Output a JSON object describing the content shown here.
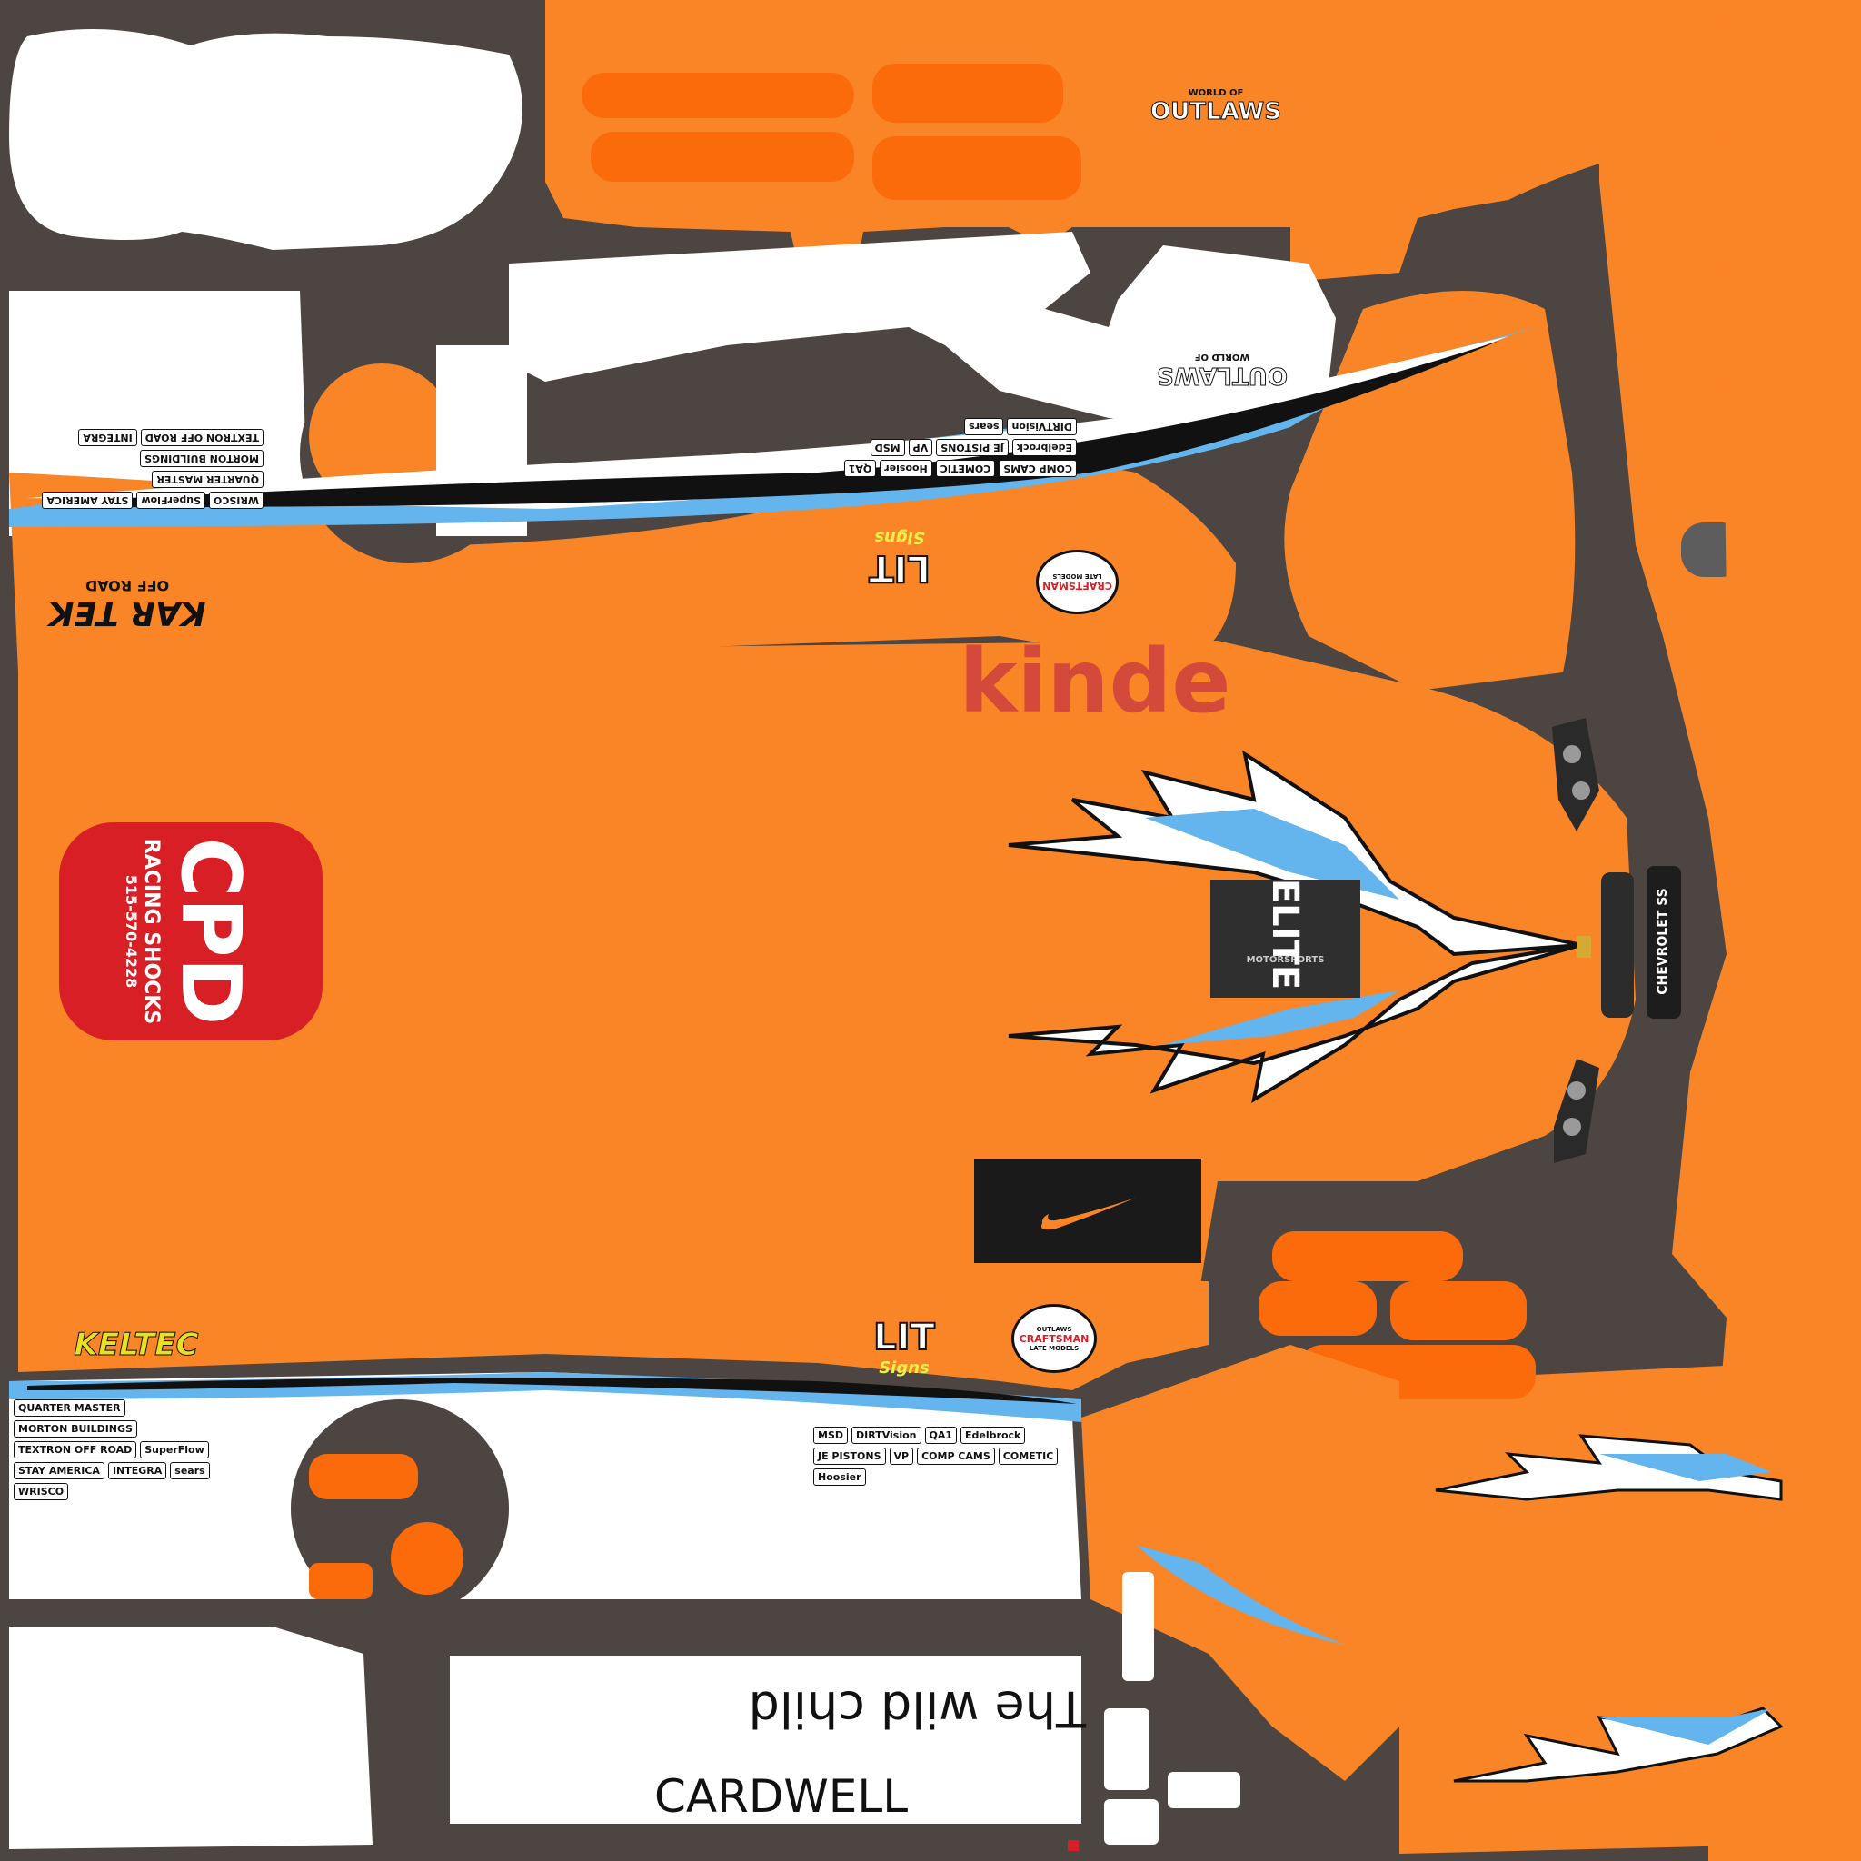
{
  "colors": {
    "background": "#4d4541",
    "body_orange": "#fa8527",
    "dark_orange": "#fb6b0c",
    "white": "#ffffff",
    "flame_blue": "#64b4ee",
    "black": "#111111",
    "red": "#d81f26"
  },
  "nameplate": {
    "tagline": "The wild child",
    "driver_name": "CARDWELL"
  },
  "hood": {
    "sponsor_kinde": "kinde",
    "nike_icon": "nike-swoosh-icon",
    "elite_logo": "ELITE",
    "elite_sub": "MOTORSPORTS",
    "grille_text": "CHEVROLET SS"
  },
  "side_top": {
    "kartek_logo": "KAR TEK",
    "kartek_sub": "OFF ROAD",
    "cpd_logo": "CPD",
    "cpd_line1": "RACING SHOCKS",
    "cpd_phone": "515-570-4228",
    "outlaws_logo": "OUTLAWS",
    "outlaws_sub": "WORLD OF",
    "litsigns_logo": "LIT",
    "litsigns_script": "Signs",
    "craftsman_logo": "CRAFTSMAN",
    "craftsman_sub": "LATE MODELS",
    "contingency": [
      "COMP CAMS",
      "COMETIC",
      "Hoosier",
      "QA1",
      "Edelbrock",
      "JE PISTONS",
      "VP",
      "MSD",
      "DIRTVision",
      "sears",
      "WRISCO",
      "SuperFlow",
      "STAY AMERICA",
      "QUARTER MASTER",
      "MORTON BUILDINGS",
      "TEXTRON OFF ROAD",
      "INTEGRA"
    ]
  },
  "side_bottom": {
    "keltec_logo": "KELTEC",
    "litsigns_logo": "LIT",
    "litsigns_script": "Signs",
    "craftsman_logo": "CRAFTSMAN",
    "craftsman_sub": "LATE MODELS",
    "outlaws_small": "OUTLAWS",
    "contingency": [
      "QUARTER MASTER",
      "MORTON BUILDINGS",
      "TEXTRON OFF ROAD",
      "SuperFlow",
      "STAY AMERICA",
      "INTEGRA",
      "sears",
      "WRISCO",
      "MSD",
      "DIRTVision",
      "QA1",
      "Edelbrock",
      "JE PISTONS",
      "VP",
      "COMP CAMS",
      "COMETIC",
      "Hoosier"
    ]
  }
}
